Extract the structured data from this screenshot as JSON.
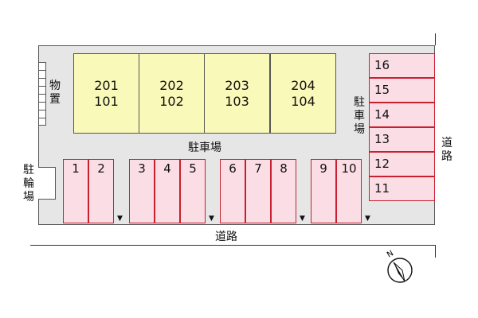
{
  "buildings": [
    {
      "upper": "201",
      "lower": "101"
    },
    {
      "upper": "202",
      "lower": "102"
    },
    {
      "upper": "203",
      "lower": "103"
    },
    {
      "upper": "204",
      "lower": "104"
    }
  ],
  "bottom_spaces": [
    "1",
    "2",
    "3",
    "4",
    "5",
    "6",
    "7",
    "8",
    "9",
    "10"
  ],
  "right_spaces": [
    "16",
    "15",
    "14",
    "13",
    "12",
    "11"
  ],
  "labels": {
    "parking_center": "駐車場",
    "parking_right": "駐車場",
    "storage": "物置",
    "bike_parking": "駐輪場",
    "road_bottom": "道路",
    "road_right": "道路",
    "north": "N",
    "entrance_arrow": "▼"
  },
  "colors": {
    "building": "#f9f9b9",
    "parking_space": "#fbdde6",
    "parking_border": "#c8202e",
    "lot": "#e6e6e6"
  }
}
